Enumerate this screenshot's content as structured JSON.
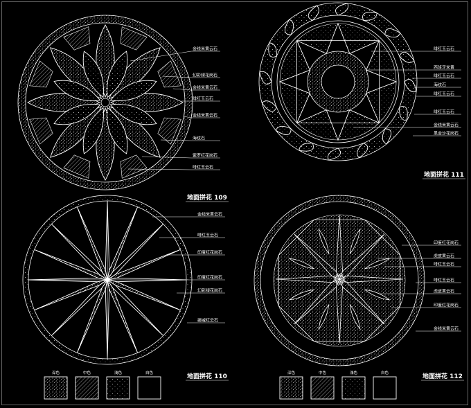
{
  "drawings": [
    {
      "id": "109",
      "title": "地面拼花 109",
      "labels": [
        "金线米黄云石",
        "幻彩绿花岗石",
        "金线米黄云石",
        "啡红玉云石",
        "金线米黄云石",
        "海纹石",
        "紫罗红花岗石",
        "啡红玉云石"
      ]
    },
    {
      "id": "111",
      "title": "地面拼花 111",
      "labels": [
        "啡红玉云石",
        "西班牙米黄",
        "啡红玉云石",
        "海纹石",
        "啡红玉云石",
        "啡红玉云石",
        "金线米黄云石",
        "黑金沙花岗石"
      ]
    },
    {
      "id": "110",
      "title": "地面拼花 110",
      "labels": [
        "金线米黄云石",
        "啡红玉云石",
        "印度红花岗石",
        "印度红花岗石",
        "幻彩绿花岗石",
        "挪威红云石"
      ]
    },
    {
      "id": "112",
      "title": "地面拼花 112",
      "labels": [
        "印度红花岗石",
        "虎皮黄云石",
        "啡红玉云石",
        "啡红玉云石",
        "虎皮黄云石",
        "印度红花岗石",
        "金线米黄云石"
      ]
    }
  ],
  "legend": [
    {
      "label": "深色",
      "pattern": "dots-dense"
    },
    {
      "label": "中色",
      "pattern": "hatch"
    },
    {
      "label": "浅色",
      "pattern": "dots-sparse"
    },
    {
      "label": "白色",
      "pattern": "blank"
    }
  ],
  "colors": {
    "background": "#000000",
    "line": "#ffffff"
  }
}
